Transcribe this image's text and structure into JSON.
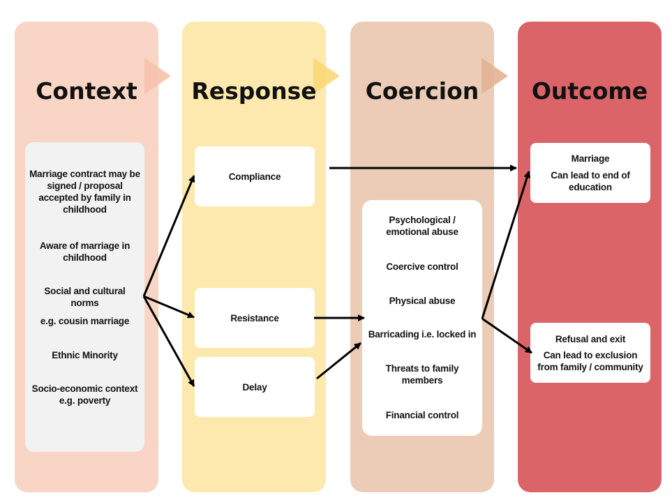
{
  "colors": {
    "context": "#f8d5c5",
    "response": "#fde9ad",
    "coercion": "#ecccb6",
    "outcome": "#da6468",
    "context_chevron": "#f5c2ac",
    "response_chevron": "#fbd877",
    "coercion_chevron": "#e2b292",
    "outcome_chevron": "#c84c52",
    "arrow": "#000000"
  },
  "columns": {
    "context": {
      "title": "Context"
    },
    "response": {
      "title": "Response"
    },
    "coercion": {
      "title": "Coercion"
    },
    "outcome": {
      "title": "Outcome"
    }
  },
  "context_items": [
    "Marriage contract may be signed / proposal accepted by family in childhood",
    "Aware of marriage in childhood",
    "Social and cultural norms",
    "e.g. cousin marriage",
    "Ethnic Minority",
    "Socio-economic context e.g. poverty"
  ],
  "response_items": {
    "compliance": "Compliance",
    "resistance": "Resistance",
    "delay": "Delay"
  },
  "coercion_items": [
    "Psychological / emotional abuse",
    "Coercive control",
    "Physical abuse",
    "Barricading i.e. locked in",
    "Threats to family members",
    "Financial control"
  ],
  "outcome_items": {
    "marriage_title": "Marriage",
    "marriage_note": "Can lead to end of education",
    "refusal_title": "Refusal and exit",
    "refusal_note": "Can lead to exclusion from family / community"
  }
}
